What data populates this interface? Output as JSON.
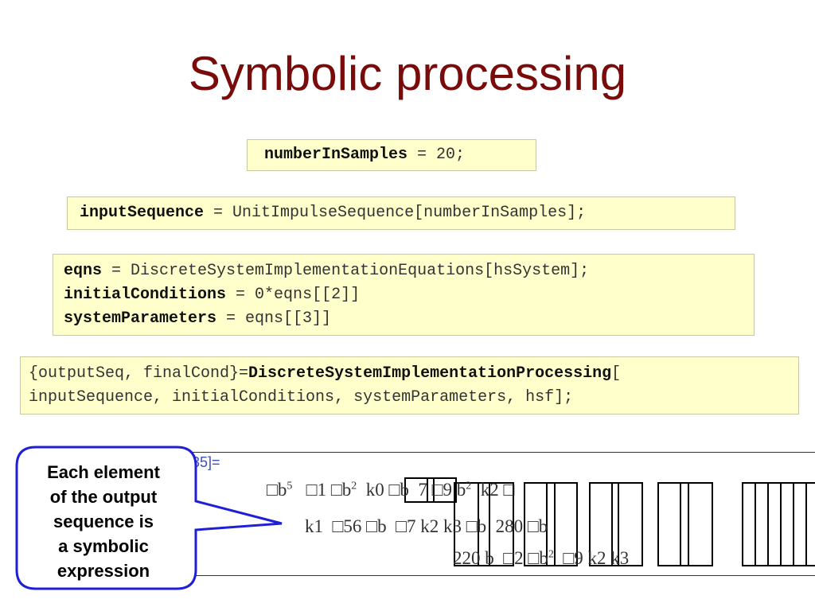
{
  "slide": {
    "title": "Symbolic processing"
  },
  "code_blocks": {
    "box1": {
      "keyword": "numberInSamples",
      "rest": " = 20;"
    },
    "box2": {
      "keyword": "inputSequence",
      "rest": " = UnitImpulseSequence[numberInSamples];"
    },
    "box3": {
      "line1_keyword": "eqns",
      "line1_rest": " = DiscreteSystemImplementationEquations[hsSystem];",
      "line2_keyword": "initialConditions",
      "line2_rest": " = 0*eqns[[2]]",
      "line3_keyword": "systemParameters",
      "line3_rest": " = eqns[[3]]"
    },
    "box4": {
      "prefix": "{outputSeq, finalCond}=",
      "function": "DiscreteSystemImplementationProcessing",
      "bracket": "[",
      "line2": "inputSequence, initialConditions, systemParameters, hsf];"
    }
  },
  "output": {
    "label": "35]=",
    "row1": [
      "b",
      "5",
      "1",
      "b",
      "2",
      "k0",
      "b",
      "7",
      "9 b",
      "2",
      "k2"
    ],
    "row2": [
      "k1",
      "56",
      "b",
      "7 k2 k3",
      "b",
      "280",
      "b"
    ],
    "row3": [
      "220 b",
      "2",
      "b",
      "2",
      "9 k2 k3"
    ]
  },
  "callout": {
    "text": "Each element of the output sequence is a symbolic expression",
    "lines": [
      "Each element",
      "of the output",
      "sequence is",
      "a symbolic",
      "expression"
    ],
    "border_color": "#1f1fd6"
  },
  "colors": {
    "title": "#7a0b0b",
    "code_background": "#ffffcc",
    "output_label": "#3a4ec0"
  }
}
